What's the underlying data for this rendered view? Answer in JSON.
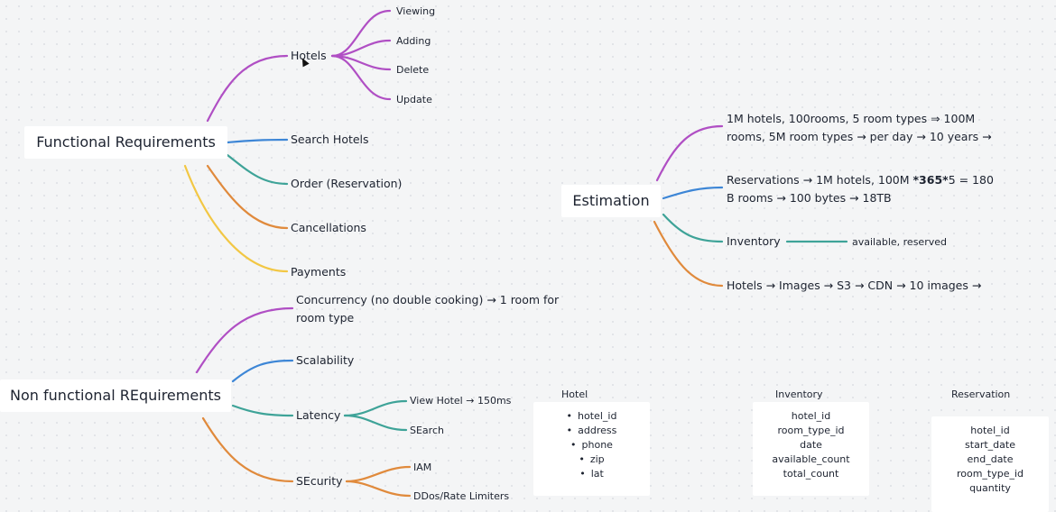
{
  "functional": {
    "title": "Functional Requirements",
    "hotels": {
      "label": "Hotels",
      "children": [
        "Viewing",
        "Adding",
        "Delete",
        "Update"
      ]
    },
    "search": "Search Hotels",
    "order": "Order (Reservation)",
    "cancellations": "Cancellations",
    "payments": "Payments"
  },
  "nonfunctional": {
    "title": "Non functional REquirements",
    "concurrency": "Concurrency (no double cooking) → 1 room for room type",
    "scalability": "Scalability",
    "latency": {
      "label": "Latency",
      "children": [
        "View Hotel → 150ms",
        "SEarch"
      ]
    },
    "security": {
      "label": "SEcurity",
      "children": [
        "IAM",
        "DDos/Rate Limiters"
      ]
    }
  },
  "estimation": {
    "title": "Estimation",
    "hotels_rooms": "1M hotels, 100rooms, 5 room types ⇒ 100M rooms, 5M room types → per day → 10 years →",
    "reservations_pre": "Reservations → 1M hotels, 100M ",
    "reservations_bold": "*365*",
    "reservations_post": "5 = 180 B rooms → 100 bytes → 18TB",
    "inventory": {
      "label": "Inventory",
      "value": "available, reserved"
    },
    "images": "Hotels → Images → S3 → CDN → 10 images →"
  },
  "tables": {
    "hotel": {
      "title": "Hotel",
      "fields": [
        "hotel_id",
        "address",
        "phone",
        "zip",
        "lat"
      ]
    },
    "inventory": {
      "title": "Inventory",
      "fields": [
        "hotel_id",
        "room_type_id",
        "date",
        "available_count",
        "total_count"
      ]
    },
    "reservation": {
      "title": "Reservation",
      "fields": [
        "hotel_id",
        "start_date",
        "end_date",
        "room_type_id",
        "quantity"
      ]
    }
  },
  "colors": {
    "purple": "#b04fc4",
    "blue": "#3d86d6",
    "teal": "#3ea398",
    "orange": "#e08a3c",
    "yellow": "#f2c744"
  }
}
